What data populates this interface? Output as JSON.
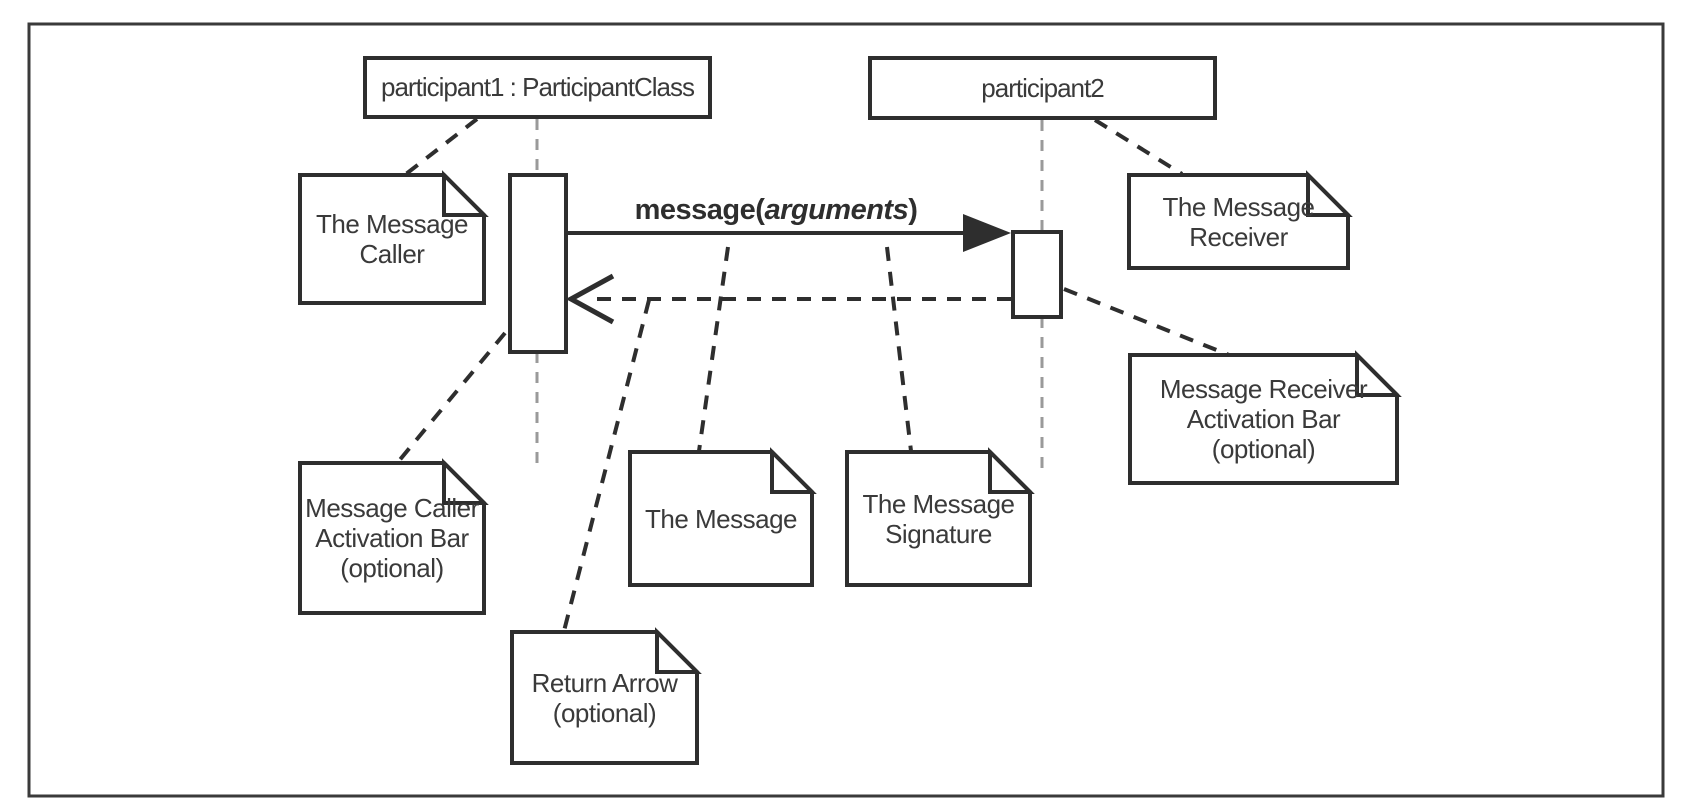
{
  "diagram": {
    "title_hint": "UML sequence diagram message notation",
    "participants": [
      {
        "id": "participant1",
        "label": "participant1 : ParticipantClass"
      },
      {
        "id": "participant2",
        "label": "participant2"
      }
    ],
    "message": {
      "prefix": "message(",
      "args": "arguments",
      "suffix": ")"
    },
    "notes": [
      {
        "id": "message-caller",
        "lines": [
          "The Message",
          "Caller"
        ]
      },
      {
        "id": "message-receiver",
        "lines": [
          "The Message",
          "Receiver"
        ]
      },
      {
        "id": "caller-activation-bar",
        "lines": [
          "Message Caller",
          "Activation Bar",
          "(optional)"
        ]
      },
      {
        "id": "the-message",
        "lines": [
          "The Message"
        ]
      },
      {
        "id": "message-signature",
        "lines": [
          "The Message",
          "Signature"
        ]
      },
      {
        "id": "receiver-activation-bar",
        "lines": [
          "Message Receiver",
          "Activation Bar",
          "(optional)"
        ]
      },
      {
        "id": "return-arrow",
        "lines": [
          "Return Arrow",
          "(optional)"
        ]
      }
    ],
    "colors": {
      "stroke": "#2e2e2e",
      "lifeline": "#9a9a9a",
      "frame": "#3a3a3a",
      "background": "#ffffff",
      "text": "#3a3a3a"
    }
  }
}
